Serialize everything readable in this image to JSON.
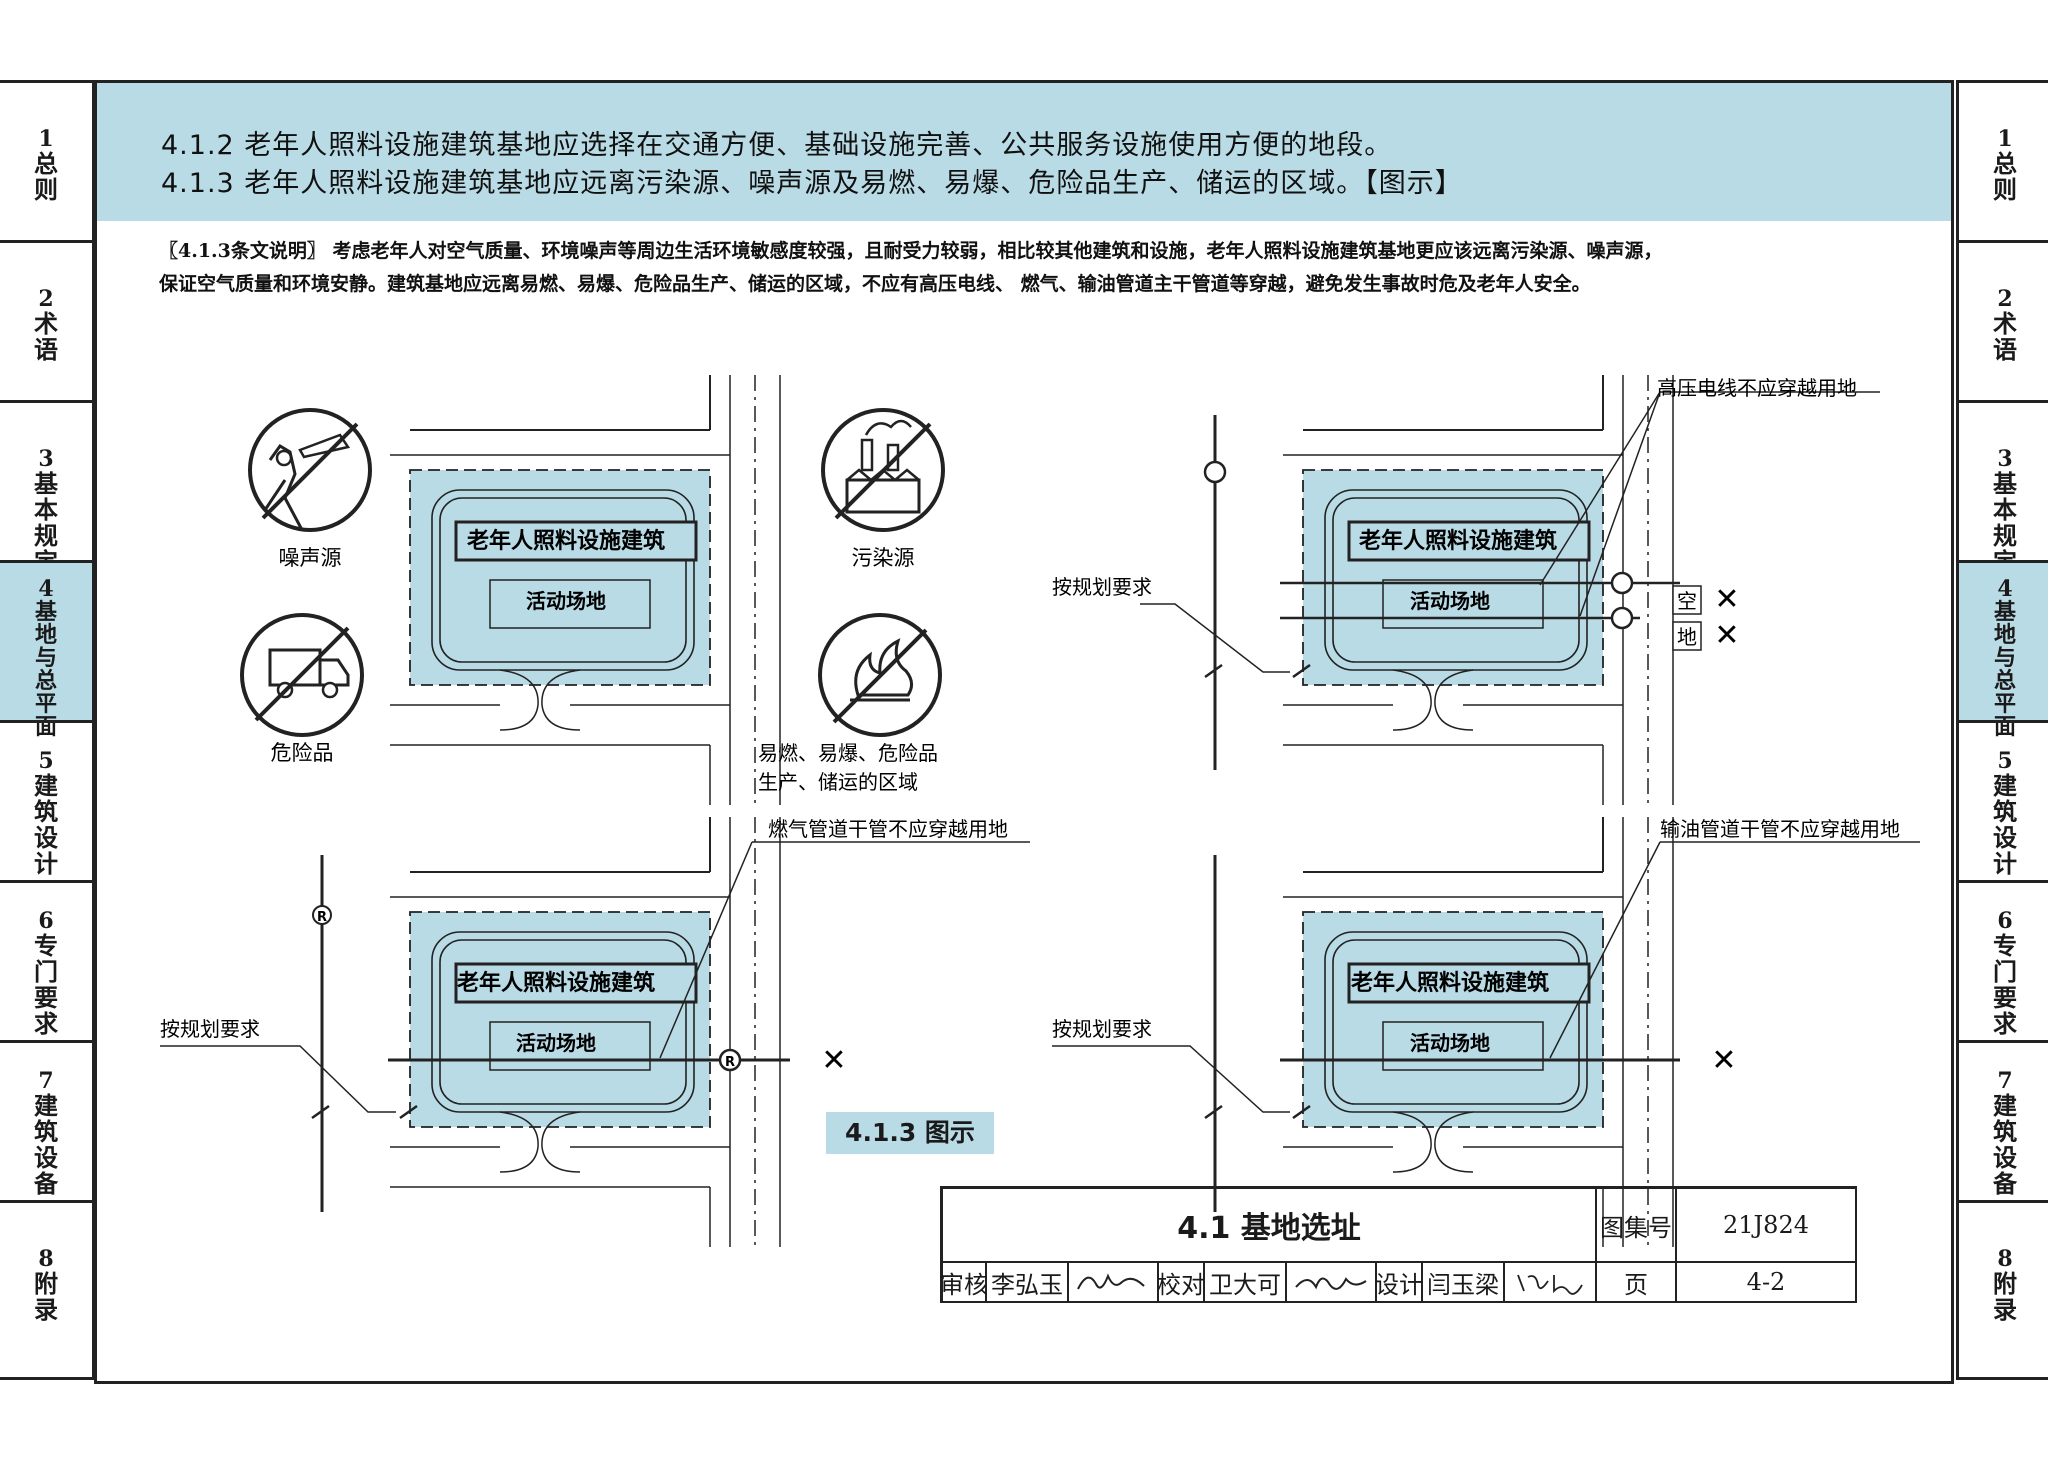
{
  "left_tabs": [
    {
      "num": "1",
      "label": "总则"
    },
    {
      "num": "2",
      "label": "术语"
    },
    {
      "num": "3",
      "label": "基本规定"
    },
    {
      "num": "4",
      "label": "基地与总平面"
    },
    {
      "num": "5",
      "label": "建筑设计"
    },
    {
      "num": "6",
      "label": "专门要求"
    },
    {
      "num": "7",
      "label": "建筑设备"
    },
    {
      "num": "8",
      "label": "附录"
    }
  ],
  "active_tab": "4",
  "header": {
    "line1": "4.1.2  老年人照料设施建筑基地应选择在交通方便、基础设施完善、公共服务设施使用方便的地段。",
    "line2": "4.1.3  老年人照料设施建筑基地应远离污染源、噪声源及易燃、易爆、危险品生产、储运的区域。【图示】"
  },
  "explanation": {
    "line1": "〖4.1.3条文说明〗 考虑老年人对空气质量、环境噪声等周边生活环境敏感度较强，且耐受力较弱，相比较其他建筑和设施，老年人照料设施建筑基地更应该远离污染源、噪声源，",
    "line2": "保证空气质量和环境安静。建筑基地应远离易燃、易爆、危险品生产、储运的区域，不应有高压电线、 燃气、输油管道主干管道等穿越，避免发生事故时危及老年人安全。"
  },
  "diagrams": {
    "building_label": "老年人照料设施建筑",
    "activity_label": "活动场地",
    "planning_label": "按规划要求",
    "icons": {
      "noise": "噪声源",
      "pollution": "污染源",
      "hazard": "危险品",
      "flammable_line1": "易燃、易爆、危险品",
      "flammable_line2": "生产、储运的区域"
    },
    "high_voltage_note": "高压电线不应穿越用地",
    "gas_note": "燃气管道干管不应穿越用地",
    "oil_note": "输油管道干管不应穿越用地",
    "kong": "空",
    "di": "地",
    "cross_mark": "✕",
    "r_mark": "R"
  },
  "figure_caption": "4.1.3 图示",
  "title_block": {
    "title": "4.1 基地选址",
    "atlas_label": "图集号",
    "atlas_no": "21J824",
    "review_label": "审核",
    "reviewer": "李弘玉",
    "check_label": "校对",
    "checker": "卫大可",
    "design_label": "设计",
    "designer": "闫玉梁",
    "page_label": "页",
    "page_no": "4-2"
  },
  "colors": {
    "accent": "#b9dbe5",
    "site_fill": "#b9dbe5",
    "line": "#222222"
  }
}
